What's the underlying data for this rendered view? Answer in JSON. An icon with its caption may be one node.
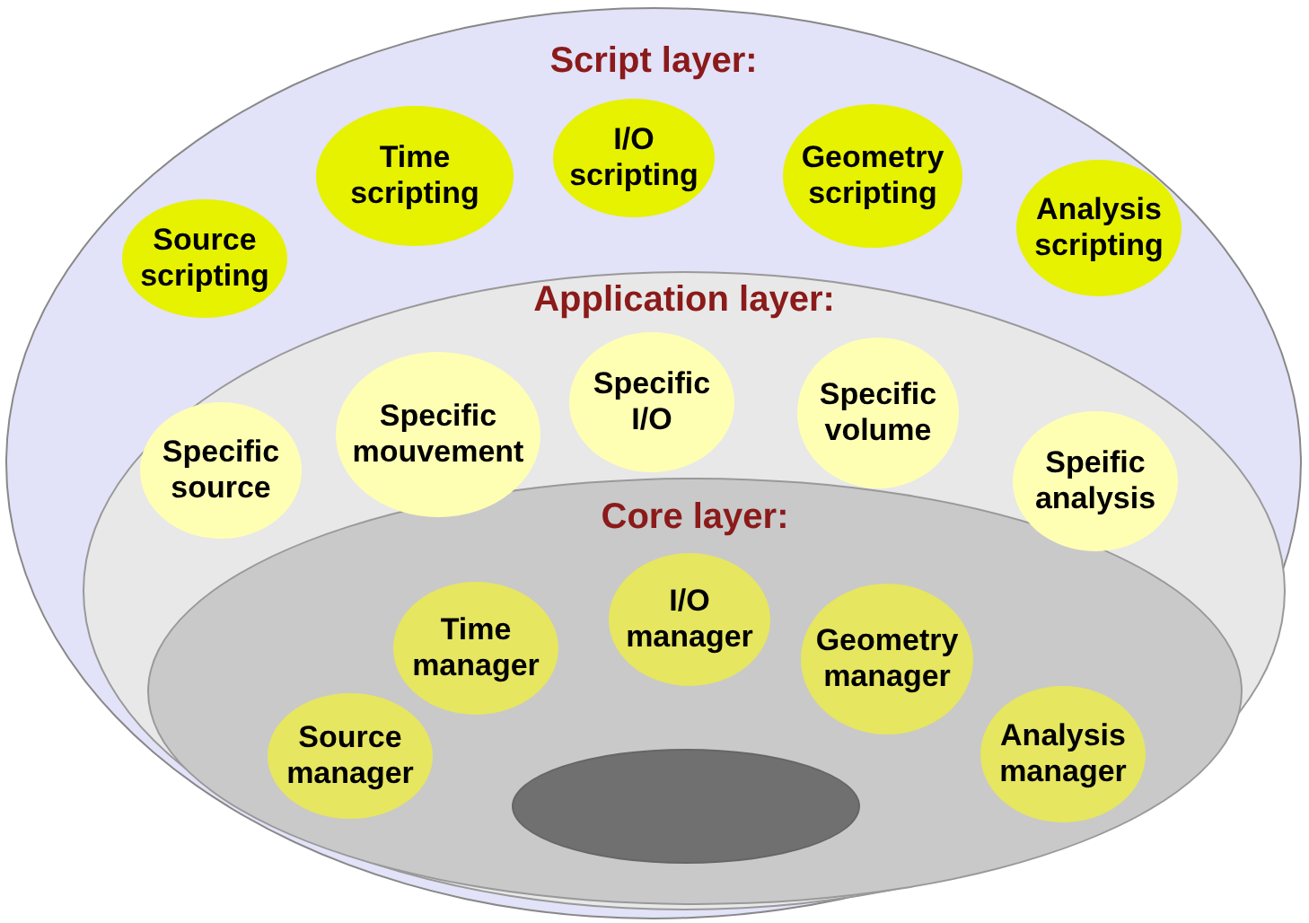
{
  "diagram": {
    "nodes": [
      {
        "text": [
          "Script layer:"
        ]
      },
      {
        "text": [
          "Application layer:"
        ],
        "in": 0
      },
      {
        "text": [
          "Core layer:"
        ],
        "in": 1
      },
      {
        "text": [],
        "shape": "ellipse",
        "in": 2
      },
      {
        "text": [
          "Source scripting"
        ],
        "in": 0
      },
      {
        "text": [
          "Time scripting"
        ],
        "in": 0
      },
      {
        "text": [
          "I/O scripting"
        ],
        "in": 0
      },
      {
        "text": [
          "Geometry scripting"
        ],
        "in": 0
      },
      {
        "text": [
          "Analysis scripting"
        ],
        "in": 0
      },
      {
        "text": [
          "Specific source"
        ],
        "in": 1
      },
      {
        "text": [
          "Specific mouvement"
        ],
        "in": 1
      },
      {
        "text": [
          "Specific I/O"
        ],
        "in": 1
      },
      {
        "text": [
          "Specific volume"
        ],
        "in": 1
      },
      {
        "text": [
          "Speific analysis"
        ],
        "in": 1
      },
      {
        "text": [
          "Time manager"
        ],
        "in": 2
      },
      {
        "text": [
          "I/O manager"
        ],
        "in": 2
      },
      {
        "text": [
          "Geometry manager"
        ],
        "in": 2
      },
      {
        "text": [
          "Source manager"
        ],
        "in": 2
      },
      {
        "text": [
          "Analysis manager"
        ],
        "in": 2
      }
    ]
  }
}
